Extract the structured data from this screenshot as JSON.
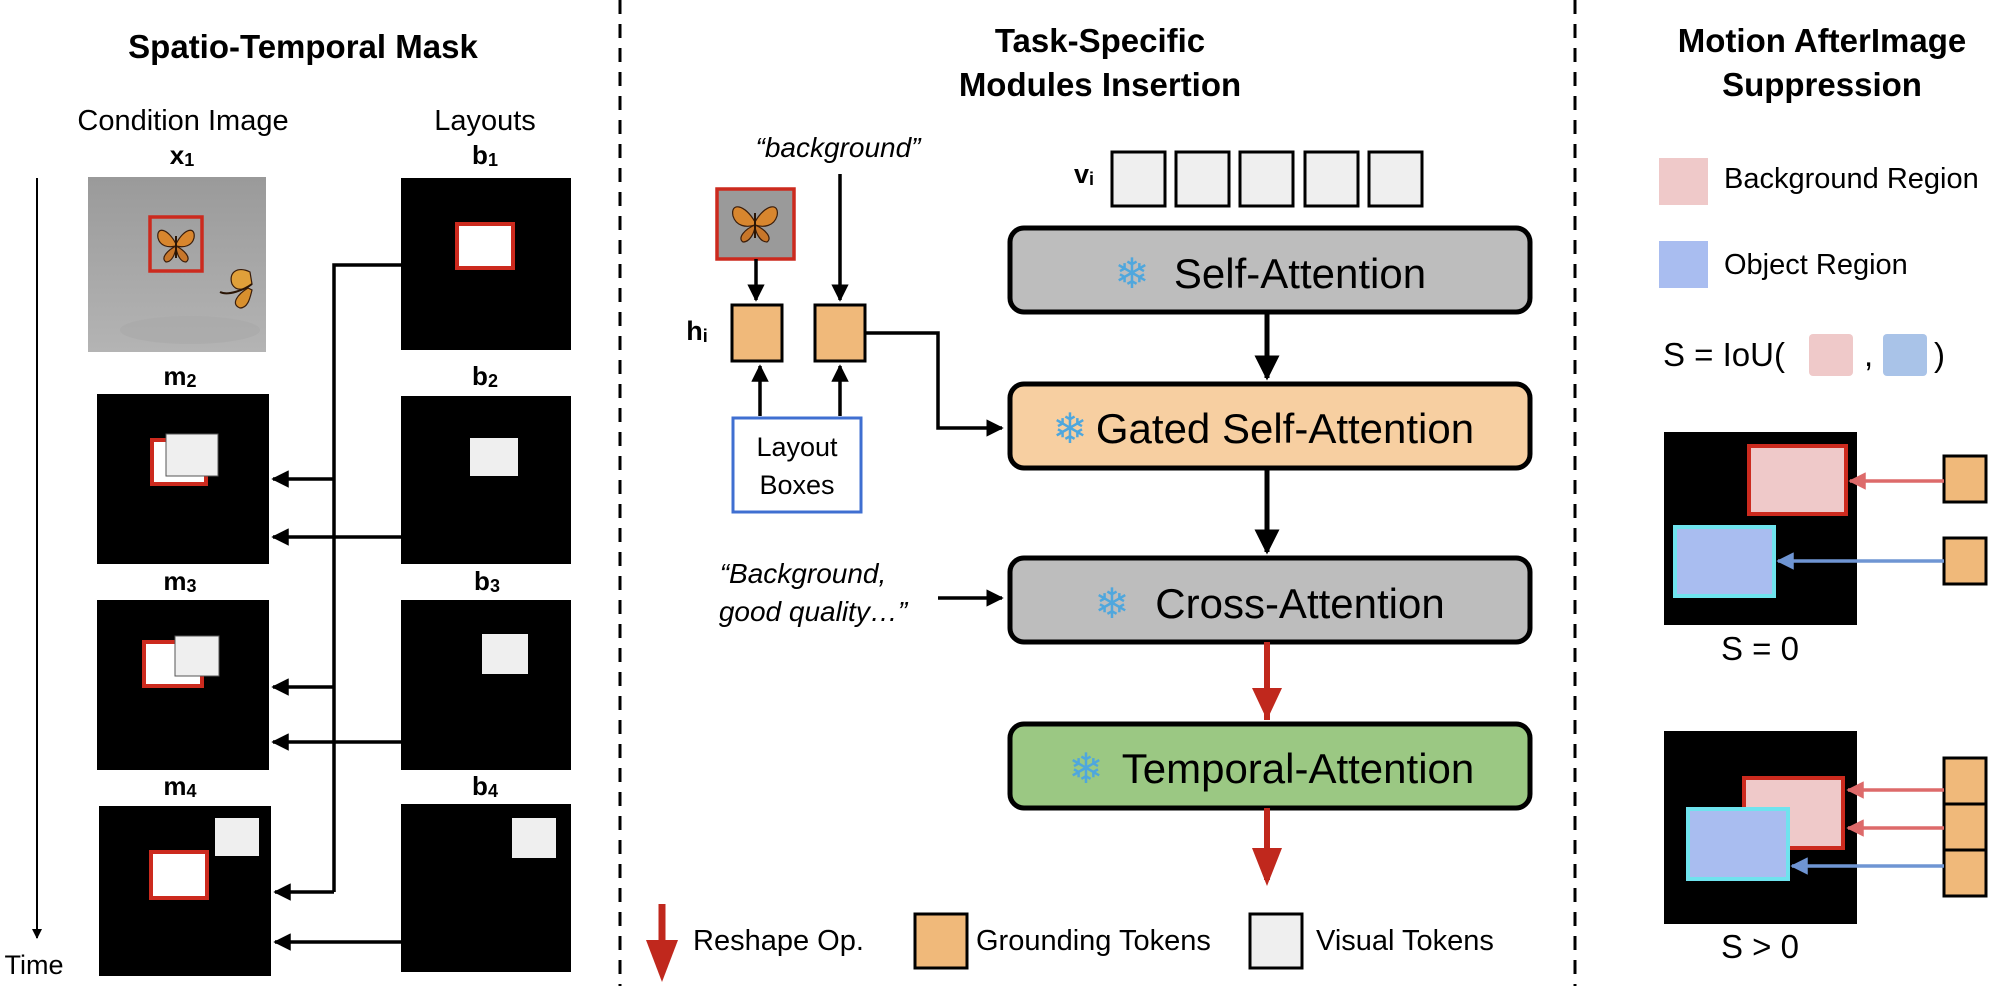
{
  "sections": {
    "left_title": "Spatio-Temporal Mask",
    "middle_title_line1": "Task-Specific",
    "middle_title_line2": "Modules Insertion",
    "right_title_line1": "Motion AfterImage",
    "right_title_line2": "Suppression"
  },
  "left": {
    "condition_label": "Condition Image",
    "layouts_label": "Layouts",
    "time_label": "Time",
    "x1": "x",
    "x1_sub": "1",
    "b1": "b",
    "b1_sub": "1",
    "b2": "b",
    "b2_sub": "2",
    "b3": "b",
    "b3_sub": "3",
    "b4": "b",
    "b4_sub": "4",
    "m2": "m",
    "m2_sub": "2",
    "m3": "m",
    "m3_sub": "3",
    "m4": "m",
    "m4_sub": "4"
  },
  "middle": {
    "background_quote": "“background”",
    "hi": "h",
    "hi_sub": "i",
    "vi": "v",
    "vi_sub": "i",
    "layout_boxes_line1": "Layout",
    "layout_boxes_line2": "Boxes",
    "prompt_line1": "“Background,",
    "prompt_line2": "good quality…”",
    "self_attention": "Self-Attention",
    "gated_self_attention": "Gated Self-Attention",
    "cross_attention": "Cross-Attention",
    "temporal_attention": "Temporal-Attention",
    "snowflake": "❄",
    "legend_reshape": "Reshape Op.",
    "legend_grounding": "Grounding Tokens",
    "legend_visual": "Visual Tokens"
  },
  "right": {
    "background_region": "Background Region",
    "object_region": "Object Region",
    "iou_prefix": "S = IoU(",
    "iou_comma": ",",
    "iou_suffix": ")",
    "s_zero": "S = 0",
    "s_pos": "S > 0"
  },
  "colors": {
    "grounding_token": "#f0b97a",
    "visual_token": "#efefef",
    "self_attention_fill": "#bdbdbd",
    "gated_fill": "#f7cfa1",
    "temporal_fill": "#9bc883",
    "red_arrow": "#c0281d",
    "red_box": "#cc2a1e",
    "bg_region": "#efc9c9",
    "obj_region": "#a9bdf0",
    "cyan_outline": "#6fe3ee",
    "blue_outline": "#3f6fd1",
    "blue_arrow": "#6f95d3",
    "pink_arrow": "#dd6a6a"
  }
}
